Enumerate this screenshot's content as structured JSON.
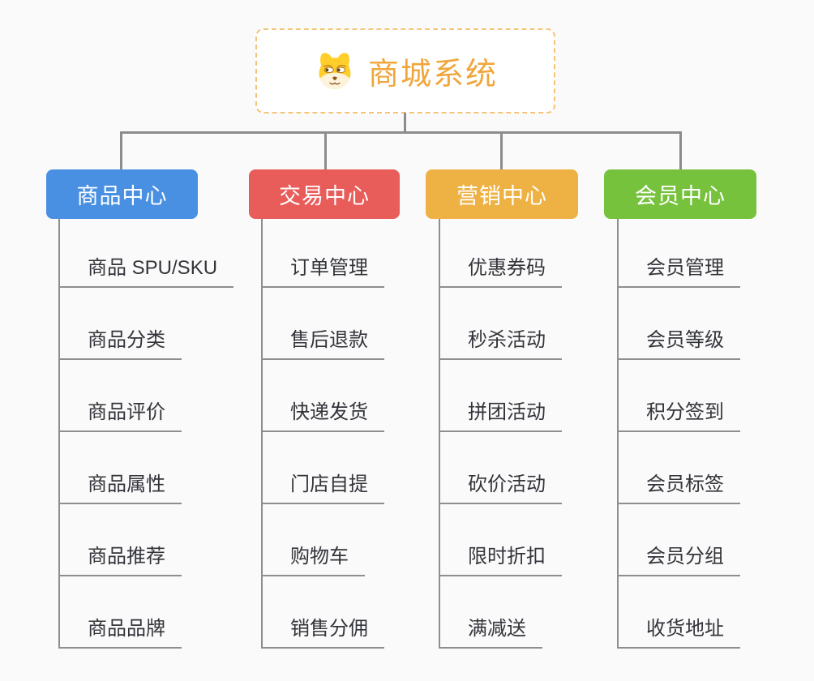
{
  "root": {
    "title": "商城系统",
    "icon": "dog-face-icon"
  },
  "branches": [
    {
      "label": "商品中心",
      "color": "#4a90e2",
      "children": [
        "商品 SPU/SKU",
        "商品分类",
        "商品评价",
        "商品属性",
        "商品推荐",
        "商品品牌"
      ]
    },
    {
      "label": "交易中心",
      "color": "#e85c5a",
      "children": [
        "订单管理",
        "售后退款",
        "快递发货",
        "门店自提",
        "购物车",
        "销售分佣"
      ]
    },
    {
      "label": "营销中心",
      "color": "#eeb143",
      "children": [
        "优惠券码",
        "秒杀活动",
        "拼团活动",
        "砍价活动",
        "限时折扣",
        "满减送"
      ]
    },
    {
      "label": "会员中心",
      "color": "#77c23d",
      "children": [
        "会员管理",
        "会员等级",
        "积分签到",
        "会员标签",
        "会员分组",
        "收货地址"
      ]
    }
  ],
  "palette": {
    "background": "#fafafa",
    "connector": "#8c8c8c",
    "leaf_line": "#8e8e8e",
    "leaf_text": "#33343a",
    "root_text": "#f0a63c",
    "root_border": "#f6c478",
    "branch_text": "#ffffff"
  }
}
